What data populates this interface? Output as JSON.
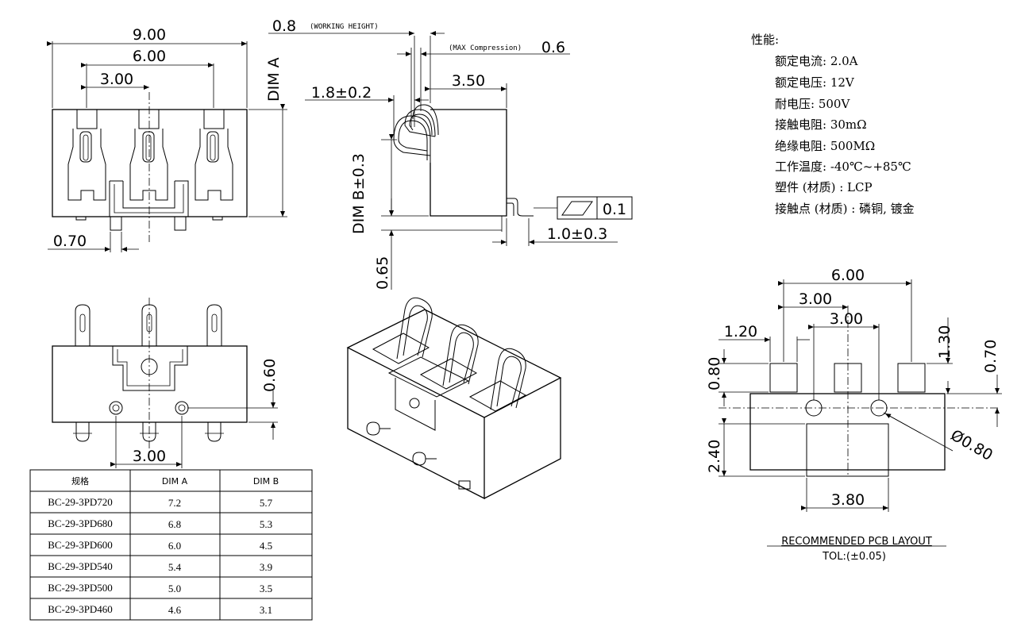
{
  "front_view": {
    "dim_9": "9.00",
    "dim_6": "6.00",
    "dim_3": "3.00",
    "dim_070": "0.70",
    "dim_a": "DIM A"
  },
  "side_view": {
    "dim_08": "0.8",
    "working_height": "(WORKING HEIGHT)",
    "max_compression": "(MAX Compression)",
    "dim_06": "0.6",
    "dim_18": "1.8±0.2",
    "dim_350": "3.50",
    "dim_b": "DIM B±0.3",
    "flatness_value": "0.1",
    "dim_10": "1.0±0.3",
    "dim_065": "0.65"
  },
  "bottom_view": {
    "dim_060": "0.60",
    "dim_300": "3.00"
  },
  "specs": {
    "title": "性能:",
    "lines": [
      "额定电流: 2.0A",
      "额定电压: 12V",
      "耐电压: 500V",
      "接触电阻: 30mΩ",
      "绝缘电阻: 500MΩ",
      "工作温度: -40℃~+85℃",
      "塑件 (材质) : LCP",
      "接触点 (材质) : 磷铜, 镀金"
    ]
  },
  "pcb_layout": {
    "dim_600": "6.00",
    "dim_300a": "3.00",
    "dim_300b": "3.00",
    "dim_120": "1.20",
    "dim_130": "1.30",
    "dim_070": "0.70",
    "dim_080": "0.80",
    "dim_240": "2.40",
    "dim_phi": "Ø0.80",
    "dim_380": "3.80",
    "caption": "RECOMMENDED  PCB  LAYOUT",
    "tolerance": "TOL:(±0.05)"
  },
  "table": {
    "headers": [
      "规格",
      "DIM  A",
      "DIM  B"
    ],
    "rows": [
      [
        "BC-29-3PD720",
        "7.2",
        "5.7"
      ],
      [
        "BC-29-3PD680",
        "6.8",
        "5.3"
      ],
      [
        "BC-29-3PD600",
        "6.0",
        "4.5"
      ],
      [
        "BC-29-3PD540",
        "5.4",
        "3.9"
      ],
      [
        "BC-29-3PD500",
        "5.0",
        "3.5"
      ],
      [
        "BC-29-3PD460",
        "4.6",
        "3.1"
      ]
    ]
  }
}
